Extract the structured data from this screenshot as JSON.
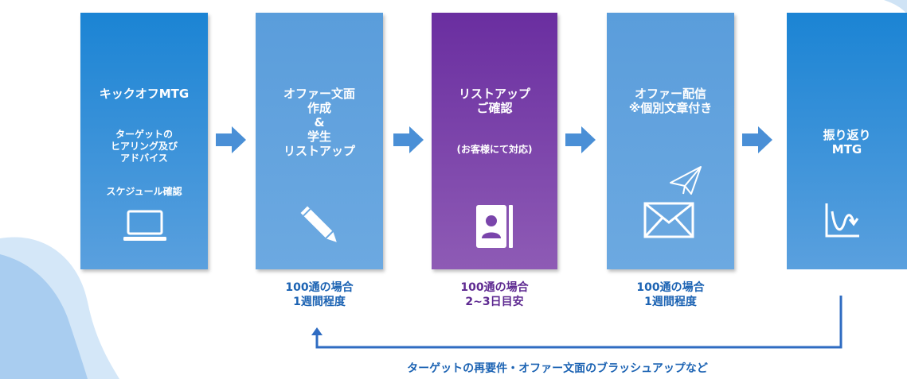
{
  "steps": [
    {
      "title": "キックオフMTG",
      "sub1": "ターゲットの\nヒアリング及び\nアドバイス",
      "sub2": "スケジュール確認",
      "icon": "laptop-icon"
    },
    {
      "title": "オファー文面\n作成\n&\n学生\nリストアップ",
      "icon": "pencil-icon"
    },
    {
      "title": "リストアップ\nご確認",
      "sub1": "(お客様にて対応)",
      "icon": "address-book-icon"
    },
    {
      "title": "オファー配信\n※個別文章付き",
      "icon": "mail-plane-icon"
    },
    {
      "title": "振り返り\nMTG",
      "icon": "chart-graph-icon"
    }
  ],
  "notes": [
    {
      "text": "100通の場合\n1週間程度"
    },
    {
      "text": "100通の場合\n2~3日目安"
    },
    {
      "text": "100通の場合\n1週間程度"
    }
  ],
  "feedback": {
    "label": "ターゲットの再要件・オファー文面のブラッシュアップなど"
  },
  "colors": {
    "blue_box": "#1b84d4",
    "light_box": "#5a9ddb",
    "purple_box": "#6a2ea0",
    "arrow": "#4a8fd6",
    "note_blue": "#1c63b3",
    "note_purple": "#5e2a91"
  }
}
